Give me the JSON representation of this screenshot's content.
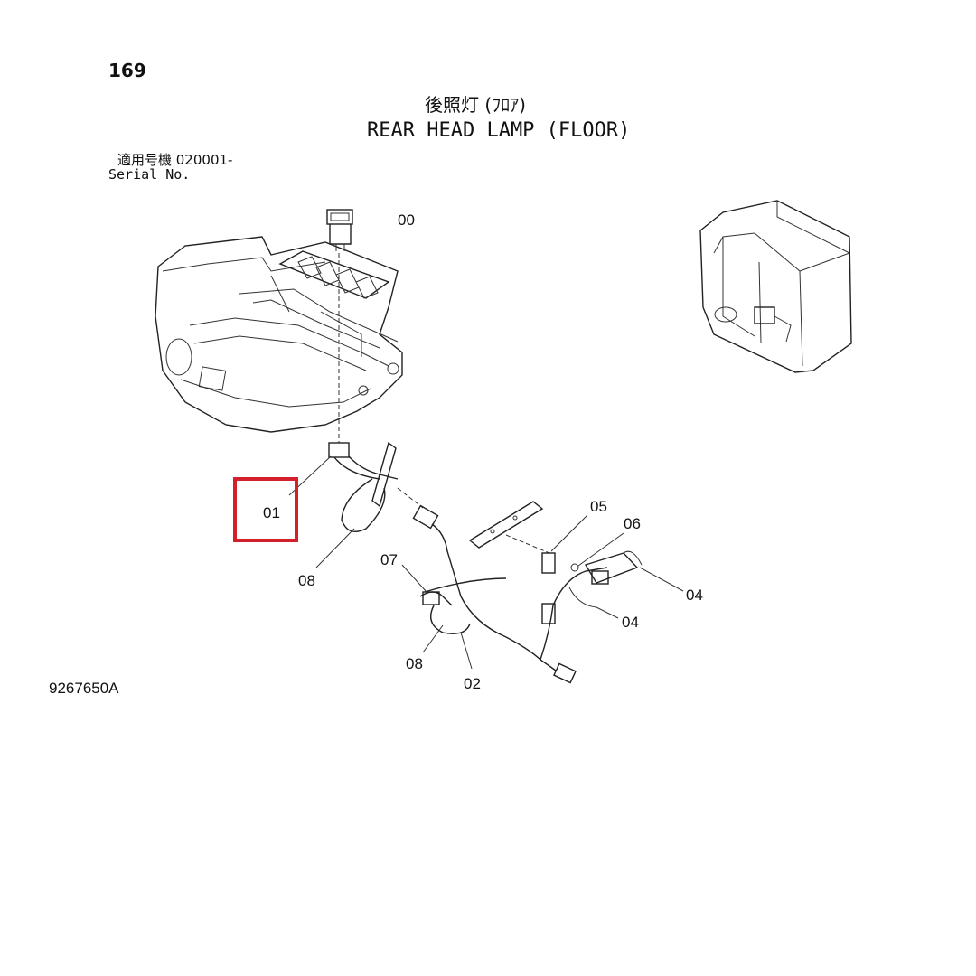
{
  "page": {
    "number": "169",
    "doc_id": "9267650A"
  },
  "title": {
    "jp": "後照灯 (ﾌﾛｱ)",
    "en": "REAR HEAD LAMP (FLOOR)"
  },
  "serial": {
    "jp": "適用号機  020001-",
    "en": "Serial No."
  },
  "callouts": [
    {
      "id": "00"
    },
    {
      "id": "01"
    },
    {
      "id": "08"
    },
    {
      "id": "07"
    },
    {
      "id": "08"
    },
    {
      "id": "02"
    },
    {
      "id": "05"
    },
    {
      "id": "06"
    },
    {
      "id": "04"
    },
    {
      "id": "04"
    }
  ],
  "highlight": {
    "target": "01",
    "color": "#d4202a"
  }
}
